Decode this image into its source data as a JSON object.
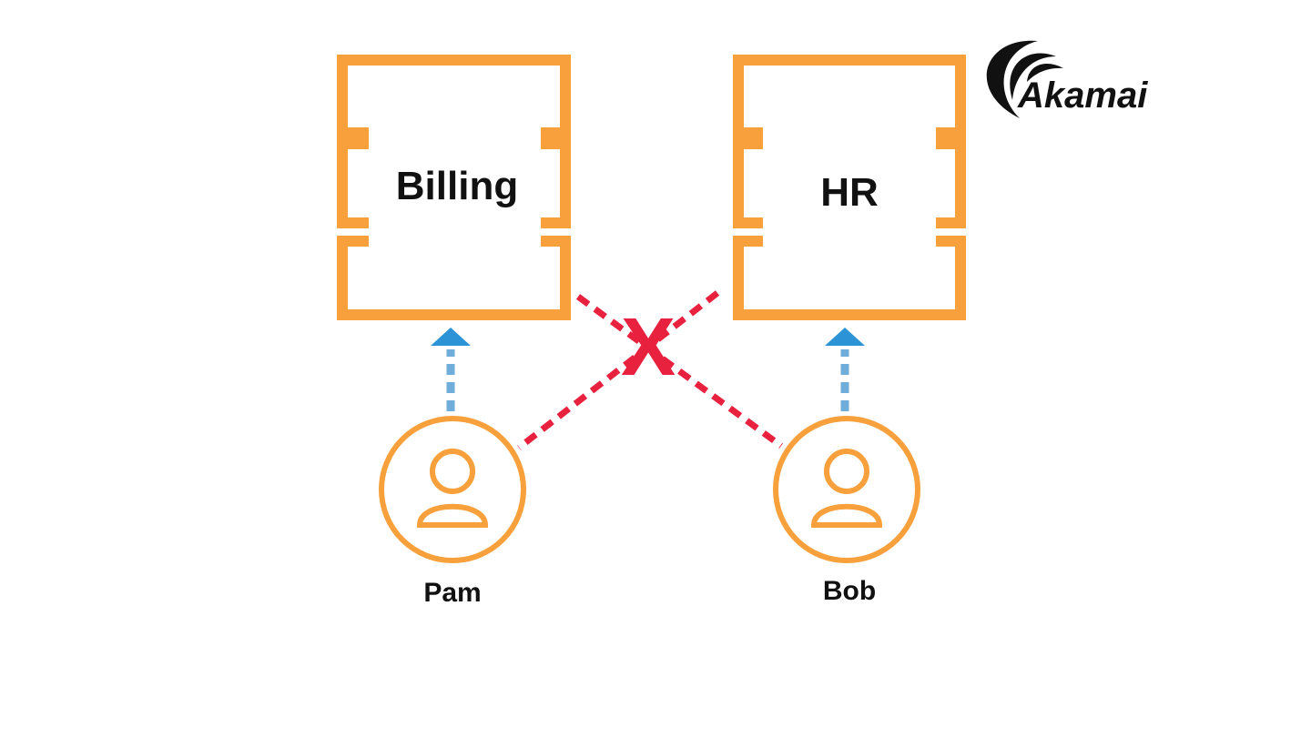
{
  "logo": {
    "text": "Akamai"
  },
  "services": [
    {
      "label": "Billing"
    },
    {
      "label": "HR"
    }
  ],
  "users": [
    {
      "label": "Pam"
    },
    {
      "label": "Bob"
    }
  ],
  "colors": {
    "box": "#F7A03C",
    "user": "#F7A03C",
    "allowed": "#6FAEDB",
    "arrowhead": "#2B93D6",
    "denied": "#E8213F"
  },
  "denied_mark": "X"
}
